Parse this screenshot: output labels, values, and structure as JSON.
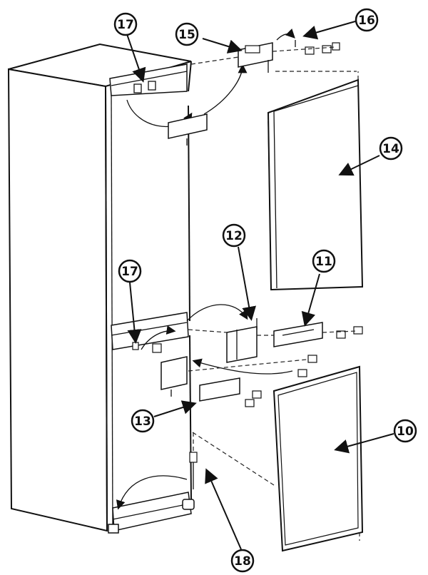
{
  "callouts": {
    "c17a": "17",
    "c15": "15",
    "c16": "16",
    "c14": "14",
    "c12": "12",
    "c11": "11",
    "c17b": "17",
    "c13": "13",
    "c10": "10",
    "c18": "18"
  }
}
